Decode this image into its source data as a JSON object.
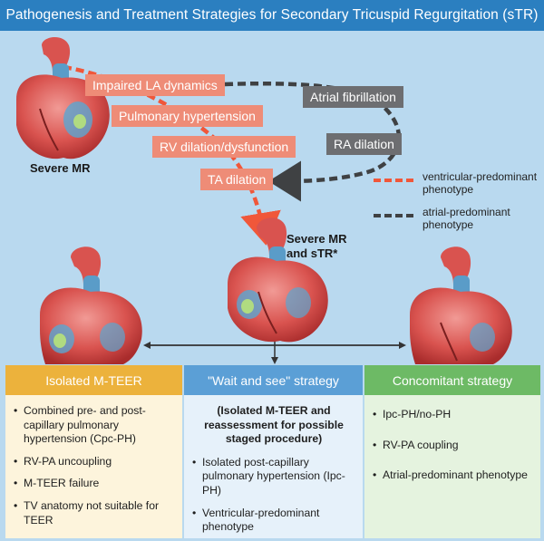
{
  "title": "Pathogenesis and Treatment Strategies for Secondary Tricuspid Regurgitation (sTR)",
  "pathway": {
    "impaired_la": "Impaired LA dynamics",
    "pulm_htn": "Pulmonary hypertension",
    "rv_dilation": "RV dilation/dysfunction",
    "ta_dilation": "TA dilation",
    "atrial_fib": "Atrial fibrillation",
    "ra_dilation": "RA dilation"
  },
  "labels": {
    "severe_mr": "Severe MR",
    "severe_mr_str_line1": "Severe MR",
    "severe_mr_str_line2": "and sTR*"
  },
  "legend": {
    "ventricular_line1": "ventricular-predominant",
    "ventricular_line2": "phenotype",
    "atrial_line1": "atrial-predominant",
    "atrial_line2": "phenotype"
  },
  "colors": {
    "ventricular": "#f0573a",
    "atrial": "#3f4143",
    "isolated_header": "#ecb23c",
    "wait_header": "#5b9fd6",
    "concomitant_header": "#6dba65"
  },
  "panels": {
    "isolated": {
      "header": "Isolated M-TEER",
      "items": [
        "Combined pre- and post-capillary pulmonary hypertension (Cpc-PH)",
        "RV-PA uncoupling",
        "M-TEER failure",
        "TV anatomy not suitable for TEER"
      ]
    },
    "wait": {
      "header": "\"Wait and see\" strategy",
      "subheader": "(Isolated M-TEER and reassessment for possible staged procedure)",
      "items": [
        "Isolated post-capillary pulmonary hypertension (Ipc-PH)",
        "Ventricular-predominant phenotype"
      ]
    },
    "concomitant": {
      "header": "Concomitant strategy",
      "items": [
        "Ipc-PH/no-PH",
        "RV-PA coupling",
        "Atrial-predominant phenotype"
      ]
    }
  }
}
